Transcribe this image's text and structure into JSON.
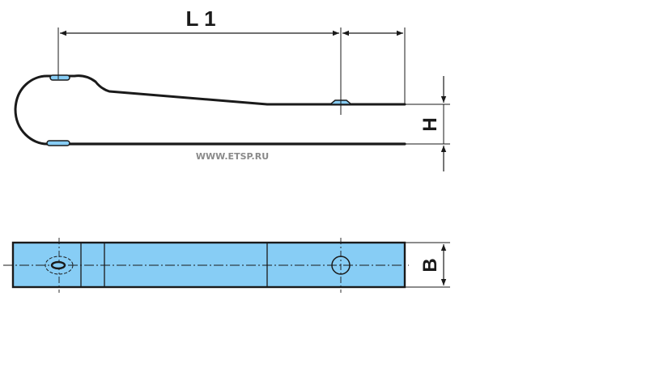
{
  "labels": {
    "length": "L 1",
    "height": "H",
    "width": "B"
  },
  "watermark": "WWW.ETSP.RU",
  "colors": {
    "part_fill": "#87cdf5",
    "outline": "#1a1a1a",
    "background": "#ffffff"
  }
}
